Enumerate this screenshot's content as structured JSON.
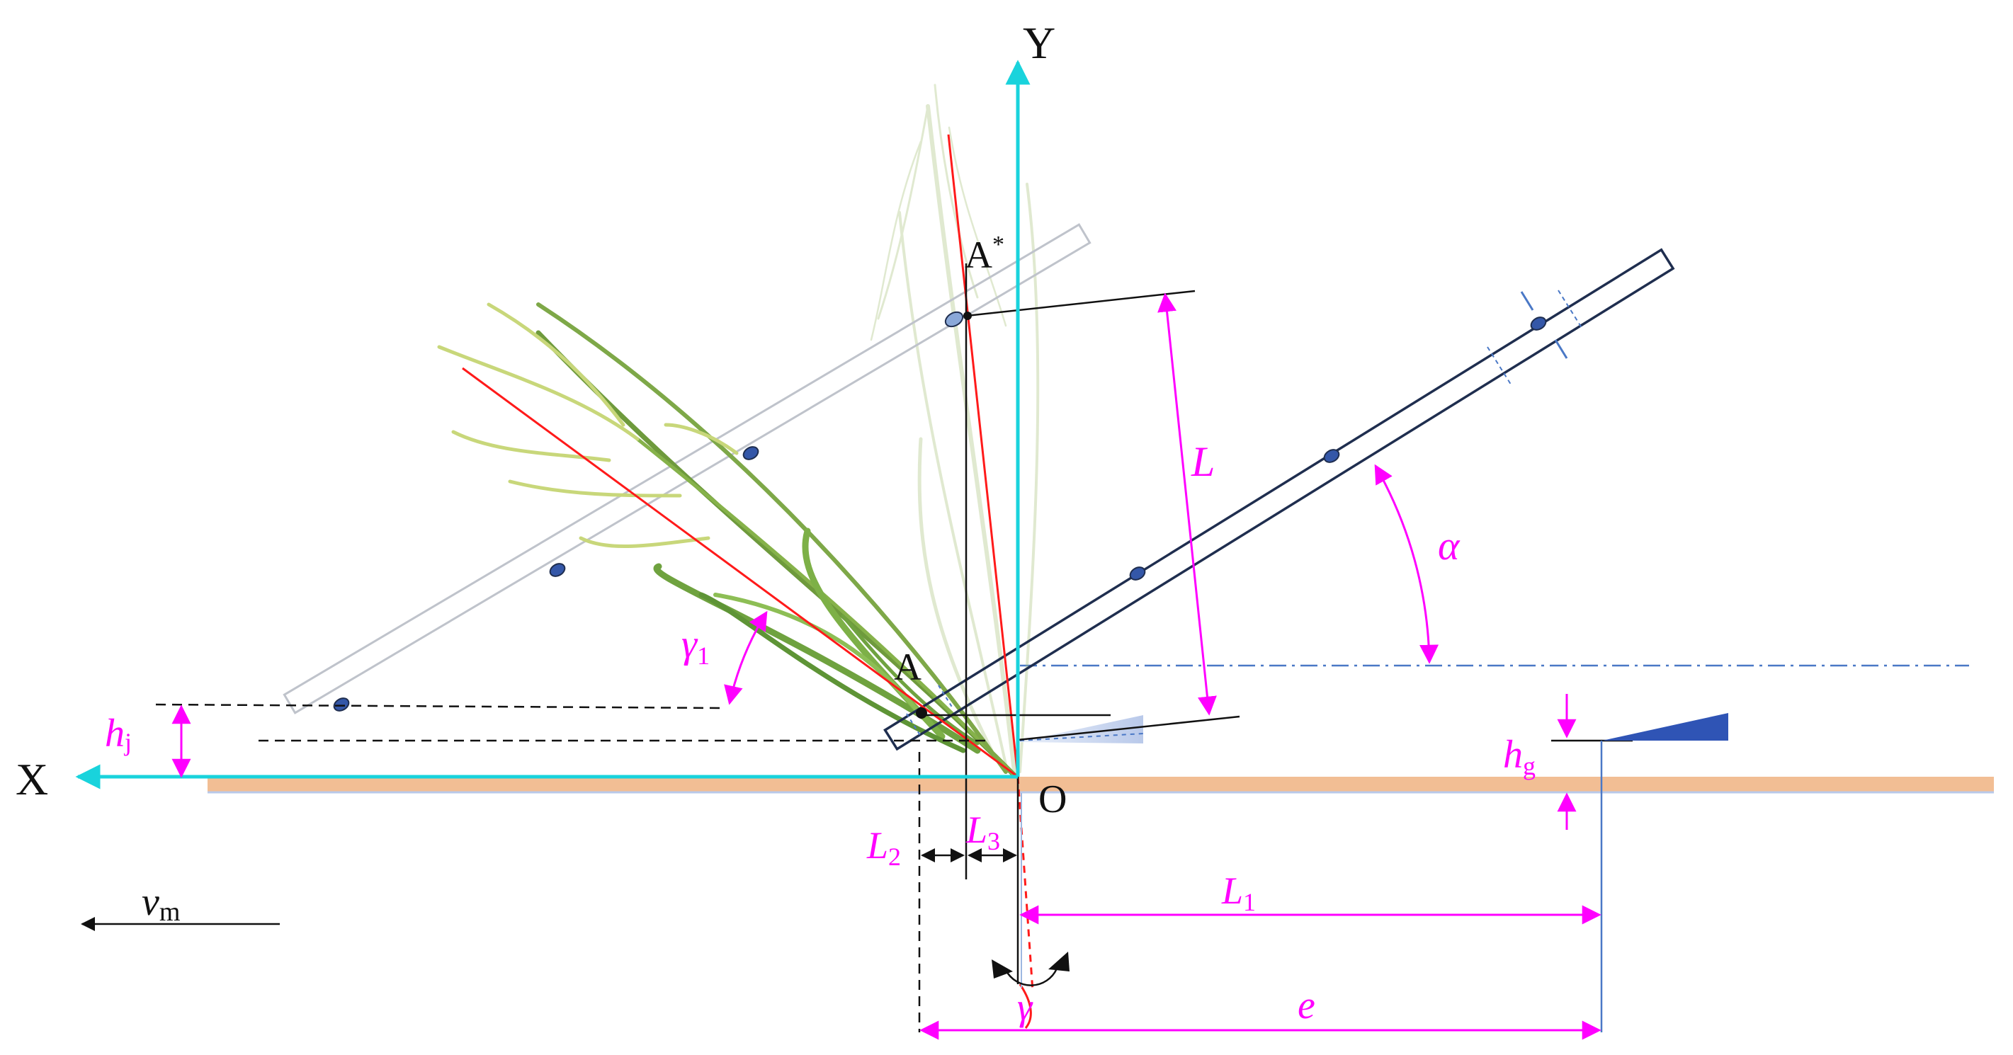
{
  "labels": {
    "axis_y": "Y",
    "axis_x": "X",
    "origin": "O",
    "point_a": "A",
    "point_a_star": "A",
    "point_a_star_sup": "*",
    "length_l": "L",
    "length_l1": "L",
    "length_l1_sub": "1",
    "length_l2": "L",
    "length_l2_sub": "2",
    "length_l3": "L",
    "length_l3_sub": "3",
    "length_e": "e",
    "angle_alpha": "α",
    "angle_gamma1": "γ",
    "angle_gamma1_sub": "1",
    "angle_gamma": "γ",
    "height_hj": "h",
    "height_hj_sub": "j",
    "height_hg": "h",
    "height_hg_sub": "g",
    "velocity": "v",
    "velocity_sub": "m"
  },
  "colors": {
    "axis": "#19D3DC",
    "dimension": "#FF00FF",
    "guide": "#111111",
    "bar": "#1F2E4F",
    "ghost_bar": "#BFC3CB",
    "ground": "#F2BE94",
    "stalk_line": "#FF1A1A",
    "pivot": "#3457A8",
    "blade": "#2F54B5",
    "dash_dot": "#4A78C6"
  }
}
